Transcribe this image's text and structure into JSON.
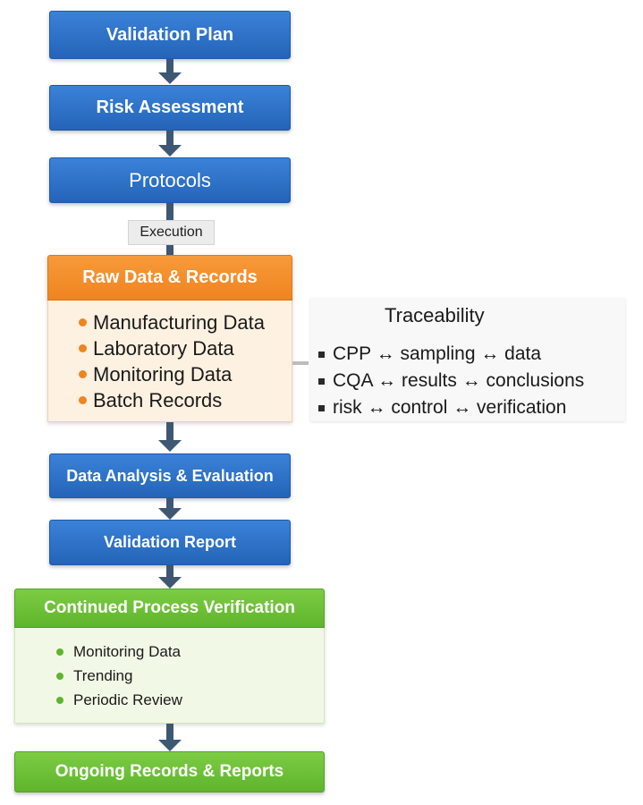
{
  "flow": {
    "validation_plan": "Validation Plan",
    "risk_assessment": "Risk Assessment",
    "protocols": "Protocols",
    "execution": "Execution",
    "raw_data": {
      "title": "Raw Data & Records",
      "items": [
        "Manufacturing Data",
        "Laboratory Data",
        "Monitoring Data",
        "Batch Records"
      ]
    },
    "data_analysis": "Data Analysis & Evaluation",
    "validation_report": "Validation Report",
    "cpv": {
      "title": "Continued Process Verification",
      "items": [
        "Monitoring Data",
        "Trending",
        "Periodic Review"
      ]
    },
    "ongoing_records": "Ongoing Records & Reports"
  },
  "traceability": {
    "title": "Traceability",
    "items": [
      "CPP ↔ sampling ↔ data",
      "CQA ↔ results ↔ conclusions",
      "risk ↔ control ↔ verification"
    ]
  },
  "colors": {
    "blue": "#2b6fc8",
    "orange": "#f28c28",
    "green": "#6bbf36",
    "arrow": "#3e5873"
  }
}
